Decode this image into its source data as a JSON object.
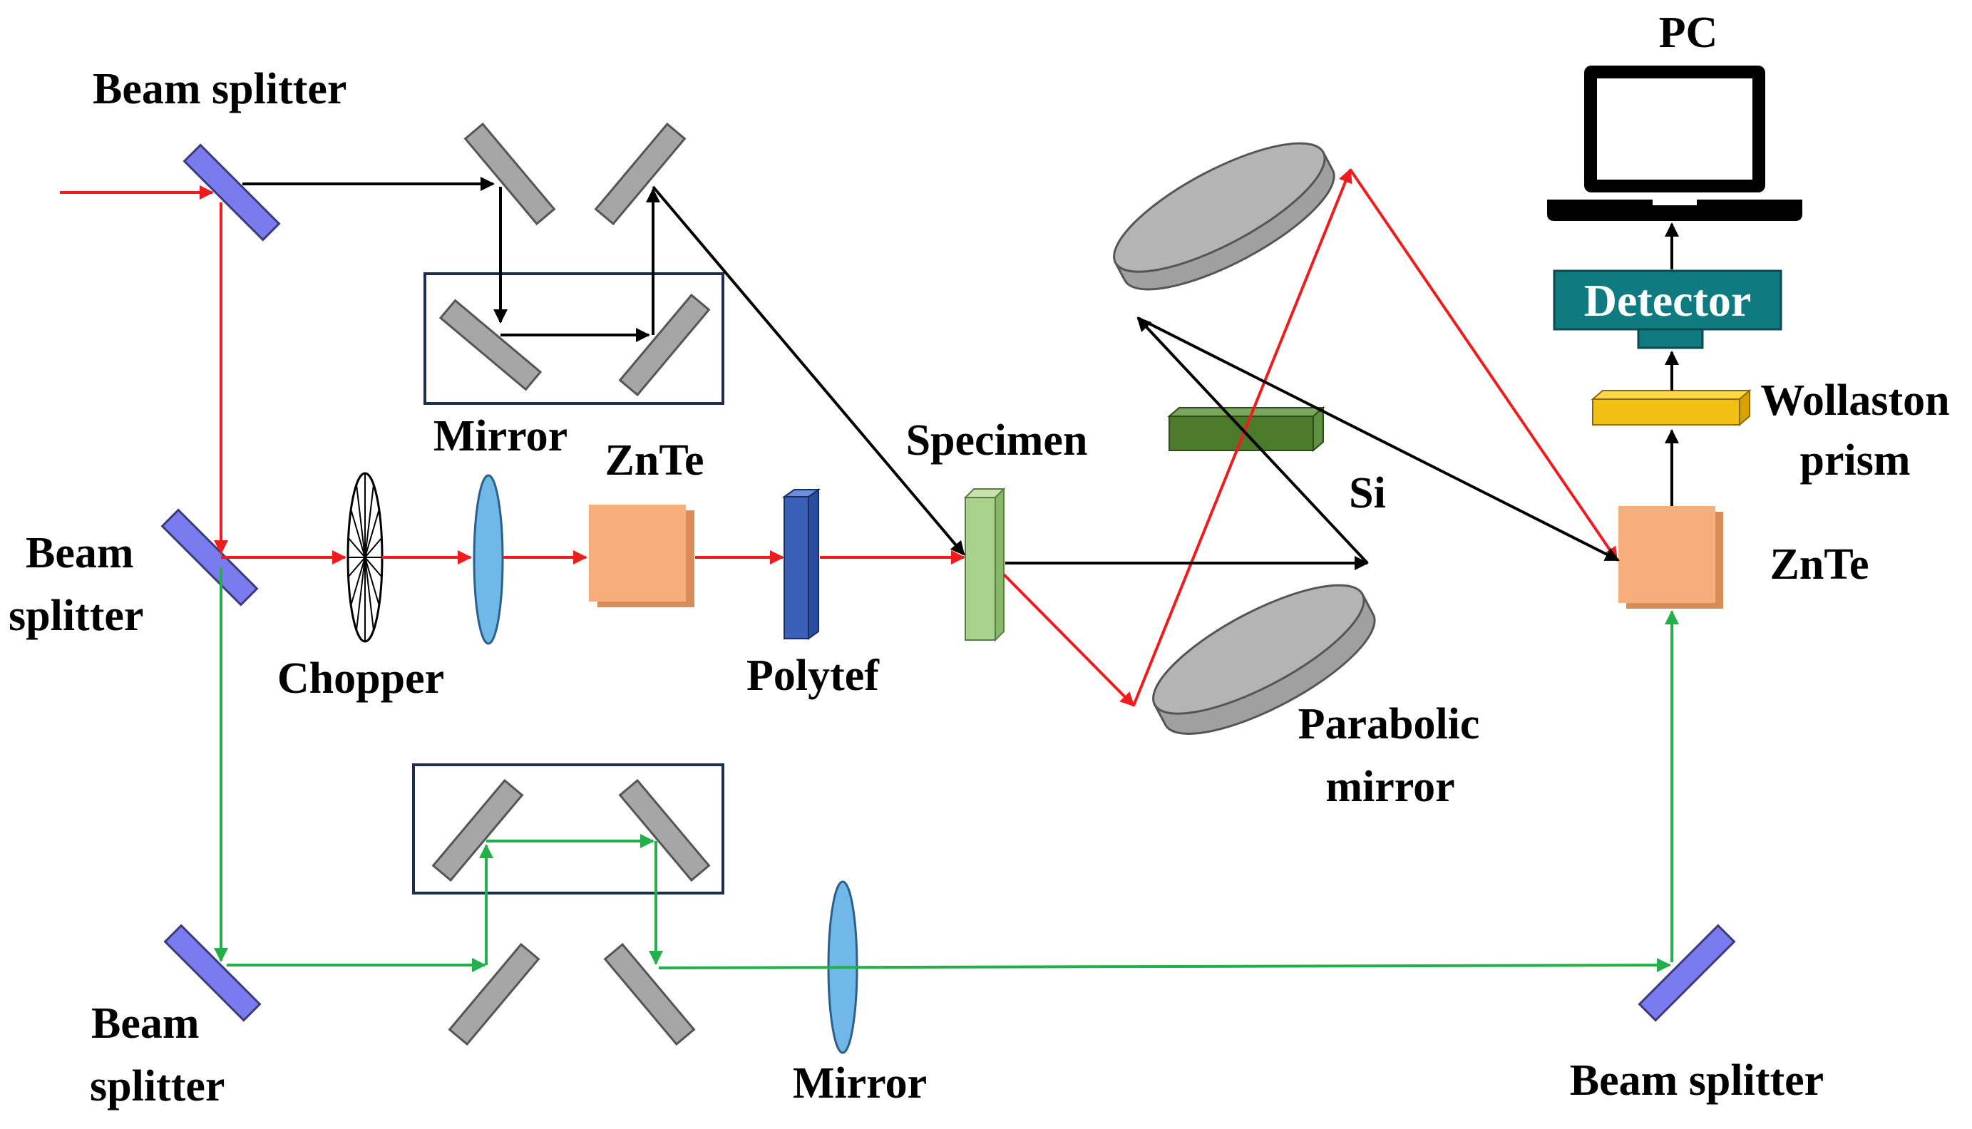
{
  "labels": {
    "pc": "PC",
    "detector": "Detector",
    "beam_splitter_top": "Beam splitter",
    "beam_splitter_mid_line1": "Beam",
    "beam_splitter_mid_line2": "splitter",
    "beam_splitter_bottom_line1": "Beam",
    "beam_splitter_bottom_line2": "splitter",
    "beam_splitter_right": "Beam splitter",
    "mirror_top": "Mirror",
    "mirror_bottom": "Mirror",
    "znte_left": "ZnTe",
    "znte_right": "ZnTe",
    "specimen": "Specimen",
    "si": "Si",
    "chopper": "Chopper",
    "polytef": "Polytef",
    "parabolic_line1": "Parabolic",
    "parabolic_line2": "mirror",
    "wollaston_line1": "Wollaston",
    "wollaston_line2": "prism"
  },
  "colors": {
    "pump_beam": "#ee1c1c",
    "thz_beam": "#000000",
    "probe_beam": "#22b04b",
    "beam_splitter": "#7b7bf0",
    "mirror": "#a6a6a6",
    "crystal": "#f8ae7a",
    "lens": "#6fb8e8",
    "polytef": "#3a5fb8",
    "specimen": "#a9d18e",
    "si": "#4a7a2a",
    "prism": "#f2c012",
    "detector": "#0f7a80",
    "frame": "#1f2d4f"
  }
}
